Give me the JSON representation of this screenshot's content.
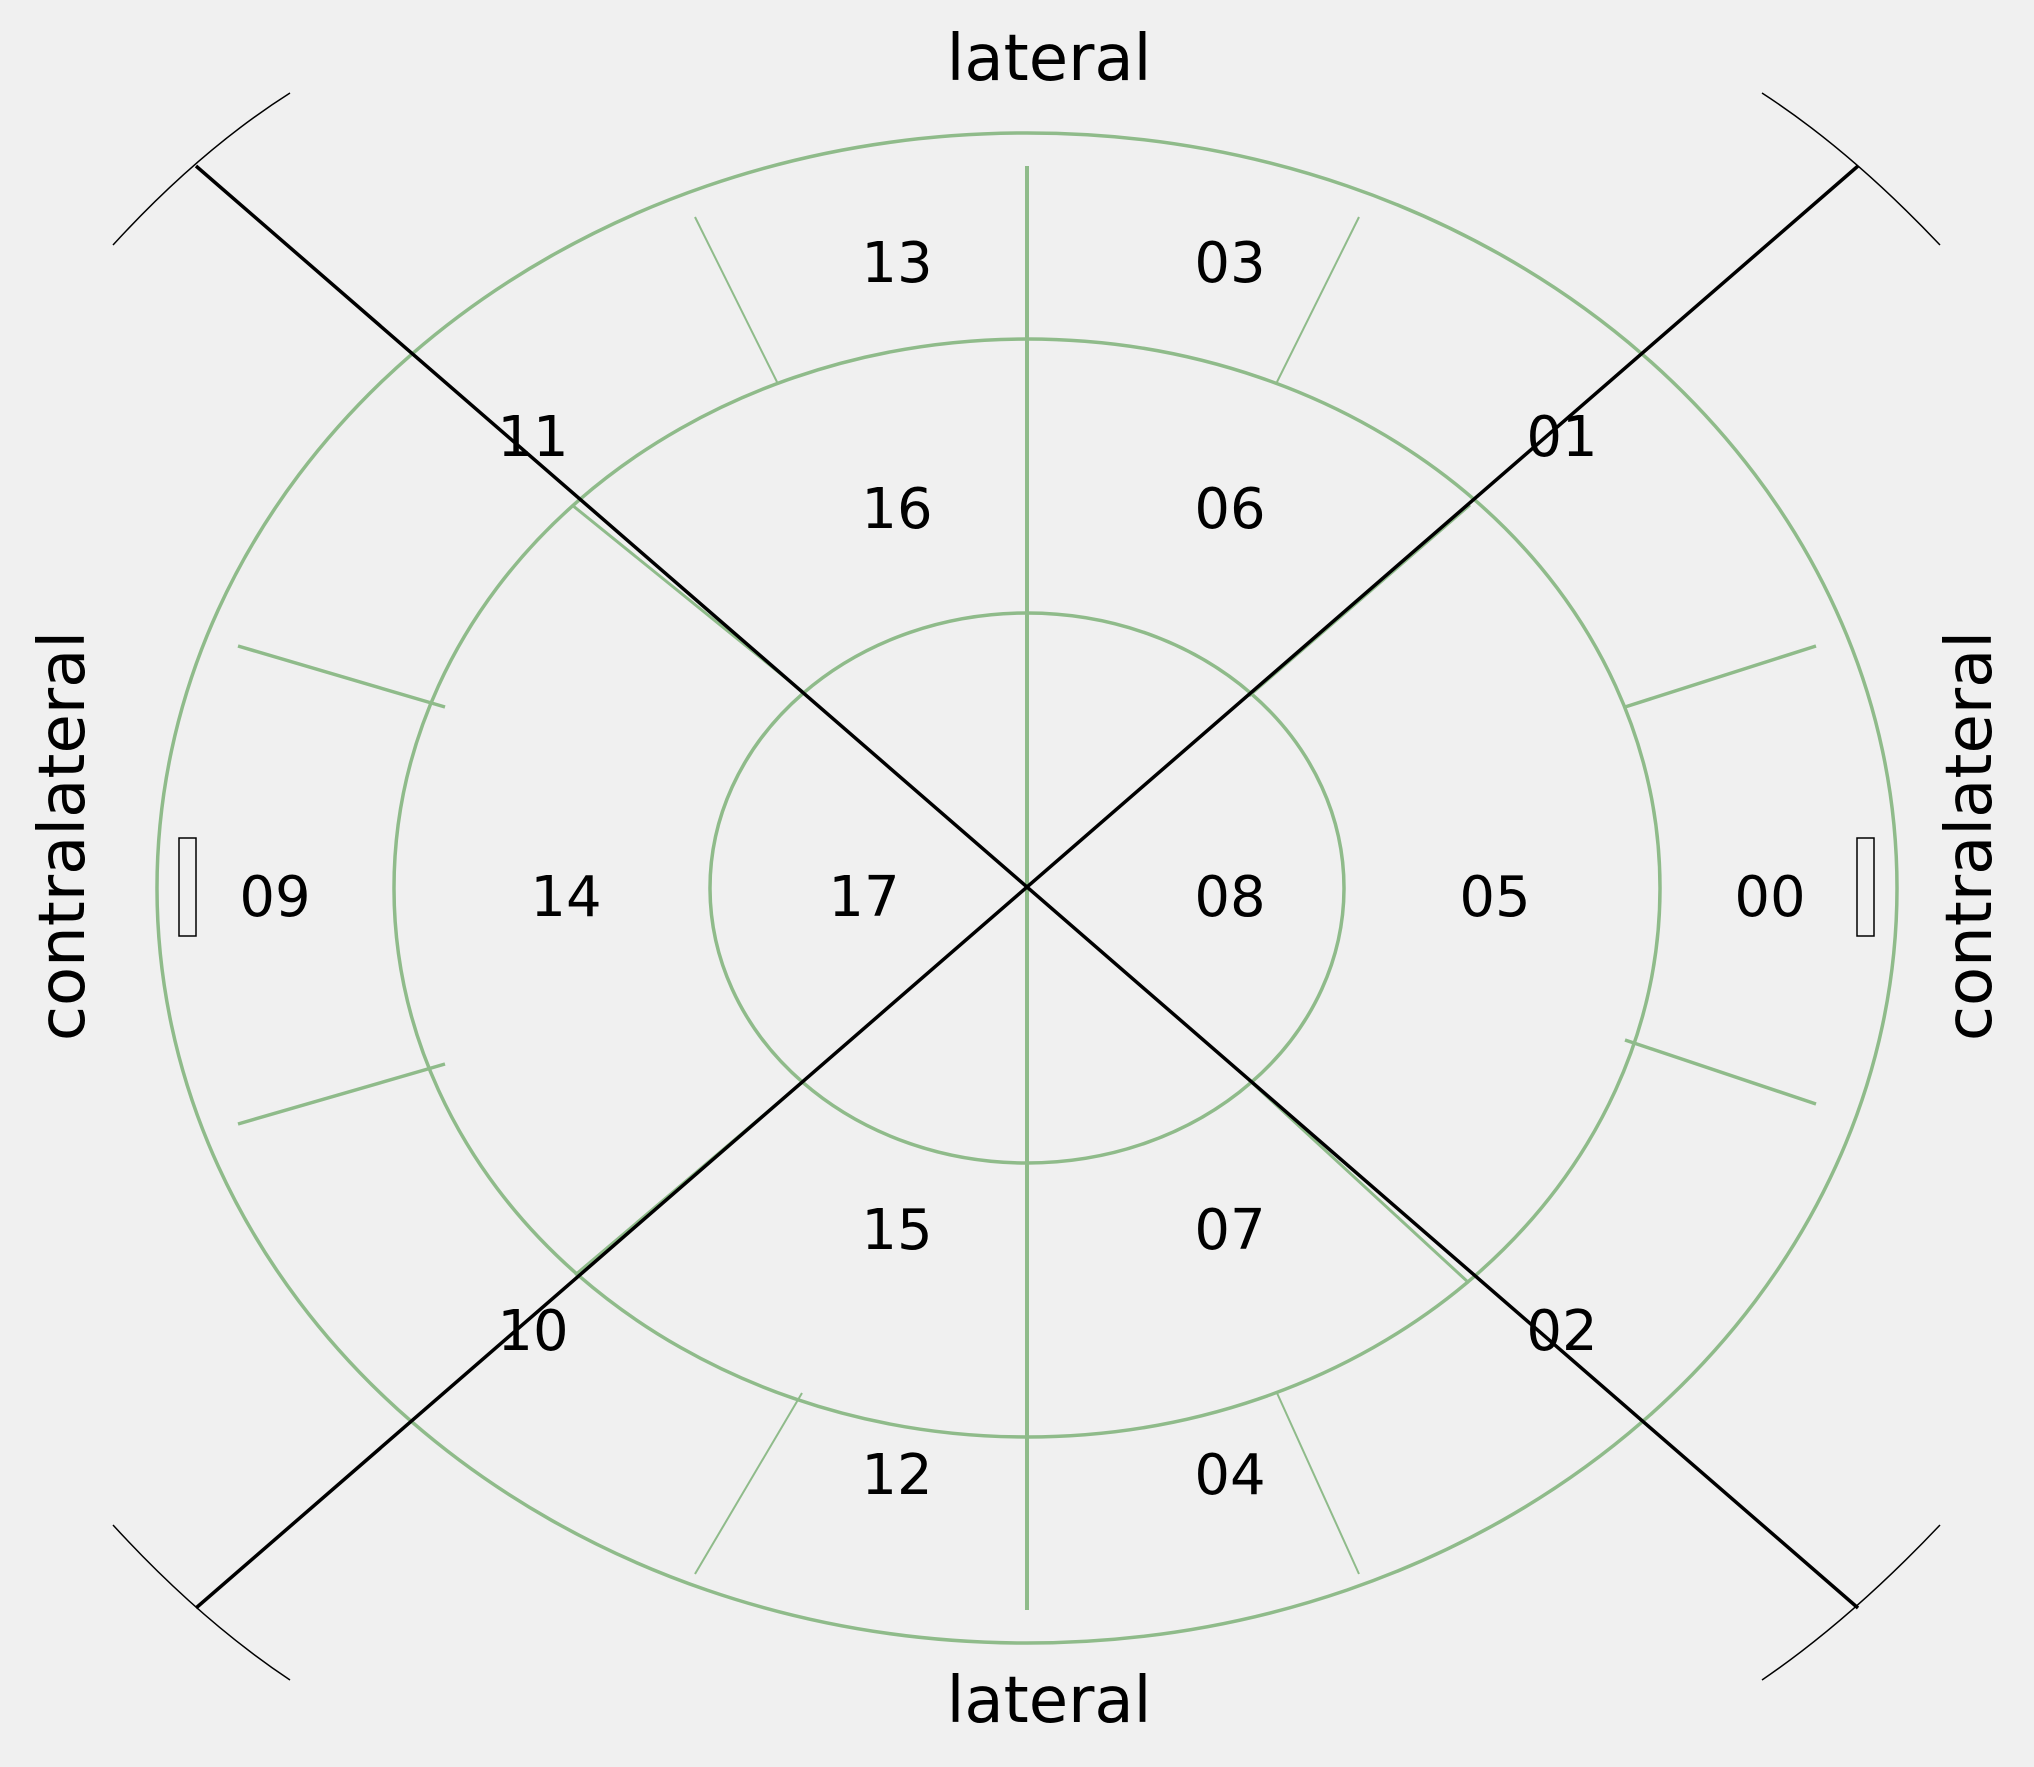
{
  "colors": {
    "background": "#f0f0f0",
    "ring_line": "#8fbb8a",
    "cross_line": "#000000",
    "text": "#000000"
  },
  "labels": {
    "top": "lateral",
    "bottom": "lateral",
    "left": "contralateral",
    "right": "contralateral"
  },
  "segments": {
    "s00": "00",
    "s01": "01",
    "s02": "02",
    "s03": "03",
    "s04": "04",
    "s05": "05",
    "s06": "06",
    "s07": "07",
    "s08": "08",
    "s09": "09",
    "s10": "10",
    "s11": "11",
    "s12": "12",
    "s13": "13",
    "s14": "14",
    "s15": "15",
    "s16": "16",
    "s17": "17"
  },
  "markers": {
    "left_box_icon": "rectangle-icon",
    "right_box_icon": "rectangle-icon"
  }
}
